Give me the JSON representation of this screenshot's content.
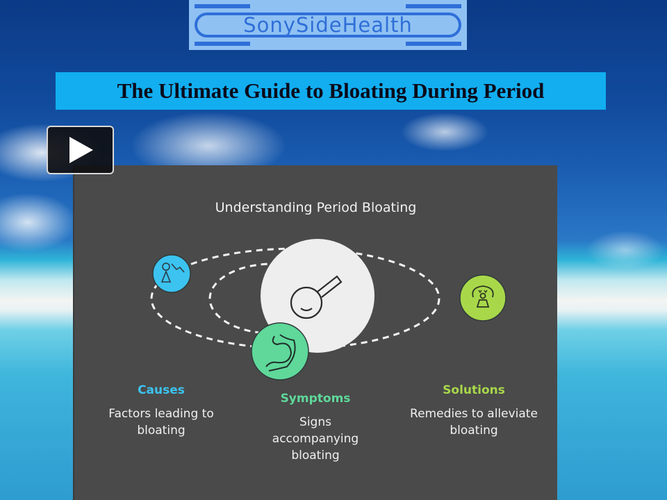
{
  "logo": {
    "text": "SonySideHealth",
    "color": "#2f6fd8",
    "background": "#8fc1f3"
  },
  "slide": {
    "title": "The Ultimate Guide to Bloating During Period",
    "title_background": "#12aef0",
    "play_button": {
      "icon": "play-icon"
    }
  },
  "diagram": {
    "title": "Understanding Period Bloating",
    "center_icon": "bloated-balloon-icon",
    "items": [
      {
        "key": "causes",
        "heading": "Causes",
        "description": "Factors leading to bloating",
        "color": "#3cc3f0",
        "icon": "woman-decline-icon"
      },
      {
        "key": "symptoms",
        "heading": "Symptoms",
        "description": "Signs accompanying bloating",
        "color": "#5fd89a",
        "icon": "stomach-icon"
      },
      {
        "key": "solutions",
        "heading": "Solutions",
        "description": "Remedies to alleviate bloating",
        "color": "#a8d84a",
        "icon": "meditation-icon"
      }
    ]
  }
}
